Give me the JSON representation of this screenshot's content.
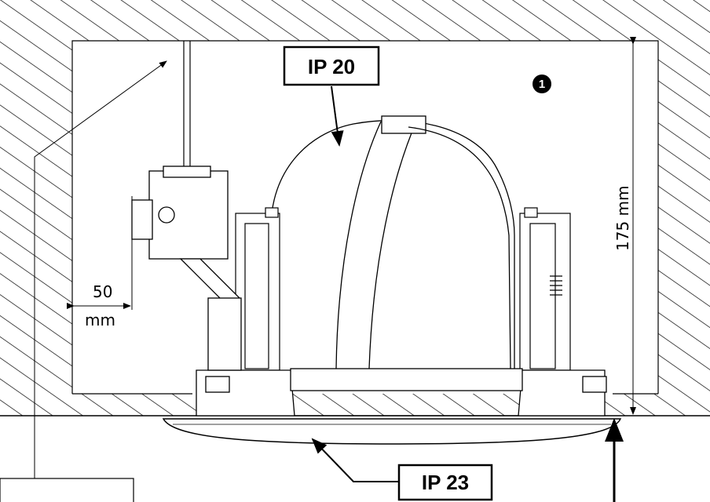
{
  "labels": {
    "ip_top": "IP 20",
    "ip_bottom": "IP 23",
    "height_dim": "175 mm",
    "offset_value": "50",
    "offset_unit": "mm",
    "badge": "1"
  },
  "colors": {
    "line": "#000000",
    "background": "#ffffff",
    "hatch": "#000000"
  }
}
